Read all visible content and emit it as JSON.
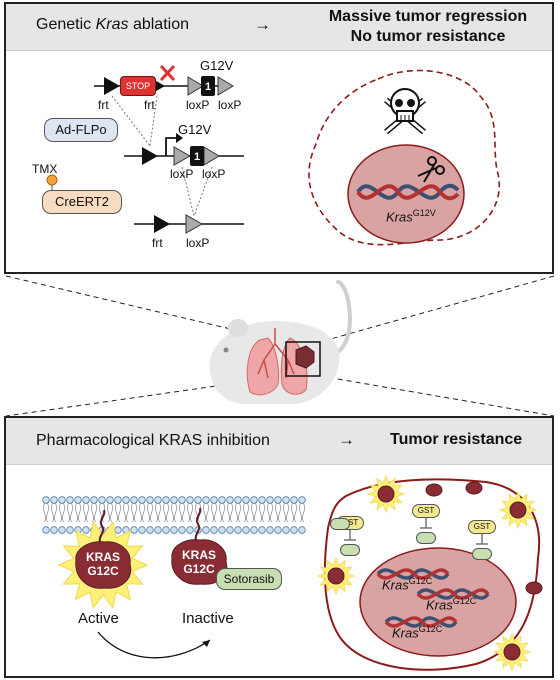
{
  "top": {
    "title_prefix": "Genetic ",
    "title_italic": "Kras",
    "title_suffix": " ablation",
    "arrow": "→",
    "outcome_line1": "Massive tumor regression",
    "outcome_line2": "No tumor resistance",
    "stop_label": "STOP",
    "exon_label": "1",
    "mutation": "G12V",
    "frt": "frt",
    "loxp": "loxP",
    "adflpo": "Ad-FLPo",
    "tmx": "TMX",
    "creert2": "CreERT2",
    "kras_italic": "Kras",
    "kras_sup": "G12V"
  },
  "bottom": {
    "title": "Pharmacological KRAS inhibition",
    "arrow": "→",
    "outcome": "Tumor resistance",
    "kras_line1": "KRAS",
    "kras_line2": "G12C",
    "sotorasib": "Sotorasib",
    "active": "Active",
    "inactive": "Inactive",
    "gst": "GST",
    "kras_italic": "Kras",
    "kras_sup": "G12C"
  },
  "colors": {
    "header_bg": "#e6e6e6",
    "tumor_fill": "#d9a3a3",
    "dashed_border": "#8b1a1a",
    "kras_protein": "#8a2c33",
    "glow": "#fff07a",
    "adflpo_pill": "#dde4f2",
    "cre_pill": "#f8dcc2",
    "tmx_dot": "#f2a23a",
    "gst_pill": "#f3ea8f",
    "green_pill": "#c9dfb1",
    "dna_blue": "#3d4f72",
    "dna_red": "#b33333"
  }
}
